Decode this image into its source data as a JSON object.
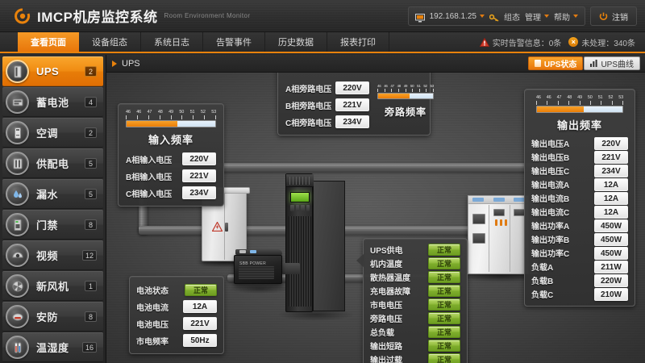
{
  "header": {
    "logo_text": "IMCP机房监控系统",
    "logo_sub": "Room  Environment  Monitor",
    "ip_address": "192.168.1.25",
    "config_label": "组态",
    "manage_label": "管理",
    "help_label": "帮助",
    "logout_label": "注销"
  },
  "nav": {
    "tabs": [
      {
        "label": "查看页面",
        "active": true
      },
      {
        "label": "设备组态",
        "active": false
      },
      {
        "label": "系统日志",
        "active": false
      },
      {
        "label": "告警事件",
        "active": false
      },
      {
        "label": "历史数据",
        "active": false
      },
      {
        "label": "报表打印",
        "active": false
      }
    ],
    "alarm_realtime": "实时告警信息：0条",
    "alarm_unhandled": "未处理：340条"
  },
  "sidebar": {
    "items": [
      {
        "label": "UPS",
        "count": "2",
        "icon": "ups-icon",
        "active": true
      },
      {
        "label": "蓄电池",
        "count": "4",
        "icon": "battery-icon",
        "active": false
      },
      {
        "label": "空调",
        "count": "2",
        "icon": "air-conditioner-icon",
        "active": false
      },
      {
        "label": "供配电",
        "count": "5",
        "icon": "power-distribution-icon",
        "active": false
      },
      {
        "label": "漏水",
        "count": "5",
        "icon": "water-leak-icon",
        "active": false
      },
      {
        "label": "门禁",
        "count": "8",
        "icon": "access-control-icon",
        "active": false
      },
      {
        "label": "视频",
        "count": "12",
        "icon": "camera-icon",
        "active": false
      },
      {
        "label": "新风机",
        "count": "1",
        "icon": "fan-icon",
        "active": false
      },
      {
        "label": "安防",
        "count": "8",
        "icon": "security-icon",
        "active": false
      },
      {
        "label": "温湿度",
        "count": "16",
        "icon": "thermometer-icon",
        "active": false
      }
    ]
  },
  "content": {
    "breadcrumb": "UPS",
    "btn_status": "UPS状态",
    "btn_curve": "UPS曲线"
  },
  "gauges": {
    "ticks": [
      "46",
      "46",
      "47",
      "48",
      "49",
      "50",
      "51",
      "52",
      "53"
    ],
    "input": {
      "title": "输入频率",
      "fill_percent": 57
    },
    "bypass": {
      "title": "旁路频率",
      "fill_percent": 58
    },
    "output": {
      "title": "输出频率",
      "fill_percent": 55
    }
  },
  "input_panel": {
    "rows": [
      {
        "label": "A相输入电压",
        "value": "220V"
      },
      {
        "label": "B相输入电压",
        "value": "221V"
      },
      {
        "label": "C相输入电压",
        "value": "234V"
      }
    ]
  },
  "bypass_panel": {
    "rows": [
      {
        "label": "A相旁路电压",
        "value": "220V"
      },
      {
        "label": "B相旁路电压",
        "value": "221V"
      },
      {
        "label": "C相旁路电压",
        "value": "234V"
      }
    ]
  },
  "output_panel": {
    "rows": [
      {
        "label": "输出电压A",
        "value": "220V"
      },
      {
        "label": "输出电压B",
        "value": "221V"
      },
      {
        "label": "输出电压C",
        "value": "234V"
      },
      {
        "label": "输出电流A",
        "value": "12A"
      },
      {
        "label": "输出电流B",
        "value": "12A"
      },
      {
        "label": "输出电流C",
        "value": "12A"
      },
      {
        "label": "输出功率A",
        "value": "450W"
      },
      {
        "label": "输出功率B",
        "value": "450W"
      },
      {
        "label": "输出功率C",
        "value": "450W"
      },
      {
        "label": "负载A",
        "value": "211W"
      },
      {
        "label": "负载B",
        "value": "220W"
      },
      {
        "label": "负载C",
        "value": "210W"
      }
    ]
  },
  "status_panel": {
    "rows": [
      {
        "label": "UPS供电",
        "value": "正常"
      },
      {
        "label": "机内温度",
        "value": "正常"
      },
      {
        "label": "散热器温度",
        "value": "正常"
      },
      {
        "label": "充电器故障",
        "value": "正常"
      },
      {
        "label": "市电电压",
        "value": "正常"
      },
      {
        "label": "旁路电压",
        "value": "正常"
      },
      {
        "label": "总负载",
        "value": "正常"
      },
      {
        "label": "输出短路",
        "value": "正常"
      },
      {
        "label": "输出过载",
        "value": "正常"
      }
    ]
  },
  "battery_panel": {
    "rows": [
      {
        "label": "电池状态",
        "value": "正常",
        "ok": true
      },
      {
        "label": "电池电流",
        "value": "12A",
        "ok": false
      },
      {
        "label": "电池电压",
        "value": "221V",
        "ok": false
      },
      {
        "label": "市电频率",
        "value": "50Hz",
        "ok": false
      }
    ]
  },
  "colors": {
    "accent": "#e8820c",
    "ok_green": "#8fbb3b",
    "alarm_red": "#d23b2a"
  }
}
